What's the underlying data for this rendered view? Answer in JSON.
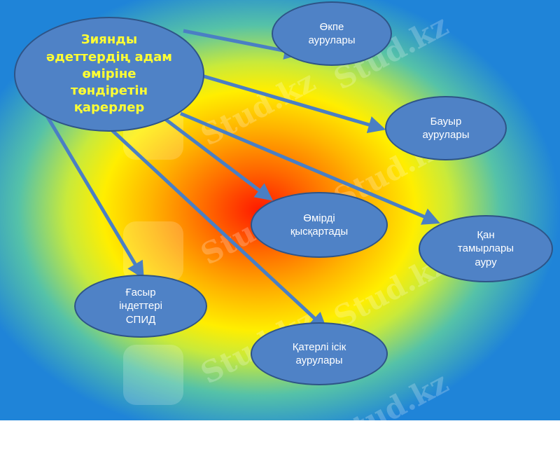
{
  "slide": {
    "main_node": {
      "label": "Зиянды\nәдеттердің адам\nөміріне\nтөндіретін\nқарерлер"
    },
    "nodes": [
      {
        "id": "lung",
        "label": "Өкпе\nаурулары"
      },
      {
        "id": "liver",
        "label": "Бауыр\nаурулары"
      },
      {
        "id": "life",
        "label": "Өмірді\nқысқартады"
      },
      {
        "id": "vessel",
        "label": "Қан\nтамырлары\nауру"
      },
      {
        "id": "aids",
        "label": "Ғасыр\nіндеттері\nСПИД"
      },
      {
        "id": "cancer",
        "label": "Қатерлі ісік\nаурулары"
      }
    ]
  },
  "watermark": {
    "text": "Stud.kz"
  },
  "colors": {
    "node_fill": "#4f82c6",
    "main_text": "#ffff33",
    "arrow": "#4a7fc4"
  }
}
